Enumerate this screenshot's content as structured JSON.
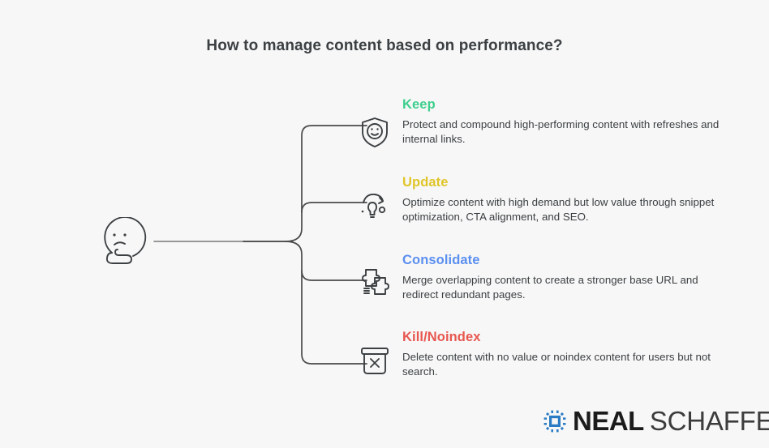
{
  "page": {
    "title": "How to manage content based on performance?",
    "background_color": "#f7f7f7",
    "body_text_color": "#3c4043"
  },
  "central_node": {
    "icon": "thinking-face-icon",
    "label": ""
  },
  "branches": [
    {
      "icon": "shield-smiley-icon",
      "heading": "Keep",
      "color": "#3ecf8e",
      "description": "Protect and compound high-performing content with refreshes and internal links."
    },
    {
      "icon": "lightbulb-refresh-icon",
      "heading": "Update",
      "color": "#e0c528",
      "description": "Optimize content with high demand but low value through snippet optimization, CTA alignment, and SEO."
    },
    {
      "icon": "puzzle-pieces-icon",
      "heading": "Consolidate",
      "color": "#5b8ff0",
      "description": "Merge overlapping content to create a stronger base URL and redirect redundant pages."
    },
    {
      "icon": "trash-x-icon",
      "heading": "Kill/Noindex",
      "color": "#e8564f",
      "description": "Delete content with no value or noindex content for users but not search."
    }
  ],
  "logo": {
    "mark": "neal-schaffer-burst-icon",
    "mark_color": "#2b7cc4",
    "primary": "NEAL",
    "secondary": "SCHAFFER"
  }
}
